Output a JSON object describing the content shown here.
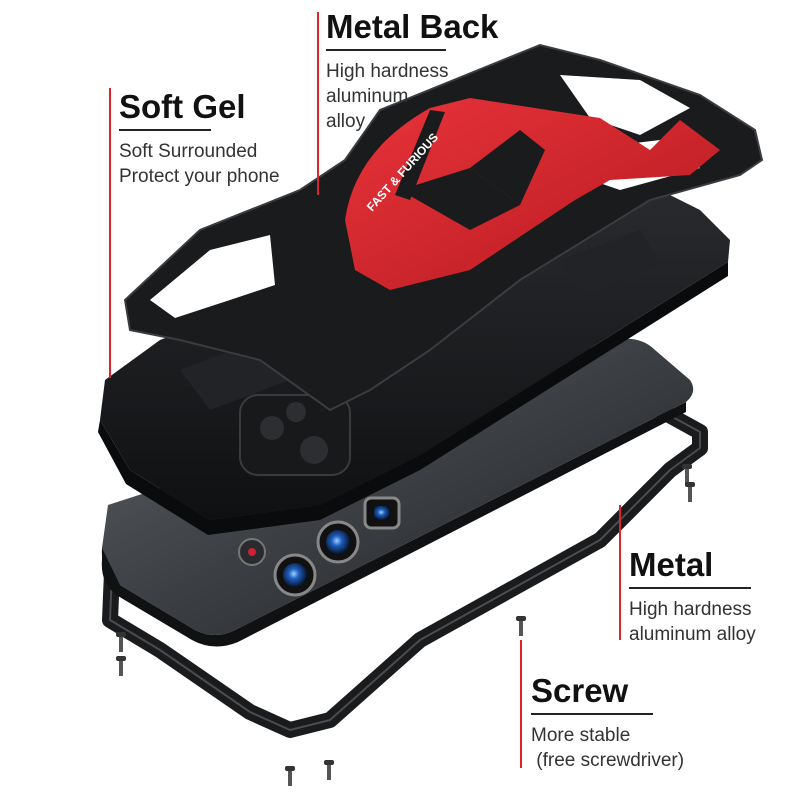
{
  "colors": {
    "accent_red": "#d8262c",
    "case_black": "#1c1d1f",
    "background": "#ffffff"
  },
  "callouts": {
    "metal_back": {
      "title": "Metal Back",
      "lines": [
        "High hardness",
        "aluminum",
        "alloy"
      ]
    },
    "soft_gel": {
      "title": "Soft Gel",
      "lines": [
        "Soft Surrounded",
        "Protect your phone"
      ]
    },
    "metal": {
      "title": "Metal",
      "lines": [
        "High hardness",
        "aluminum alloy"
      ]
    },
    "screw": {
      "title": "Screw",
      "lines": [
        "More stable",
        " (free screwdriver)"
      ]
    }
  },
  "product_marking": "FAST & FURIOUS"
}
